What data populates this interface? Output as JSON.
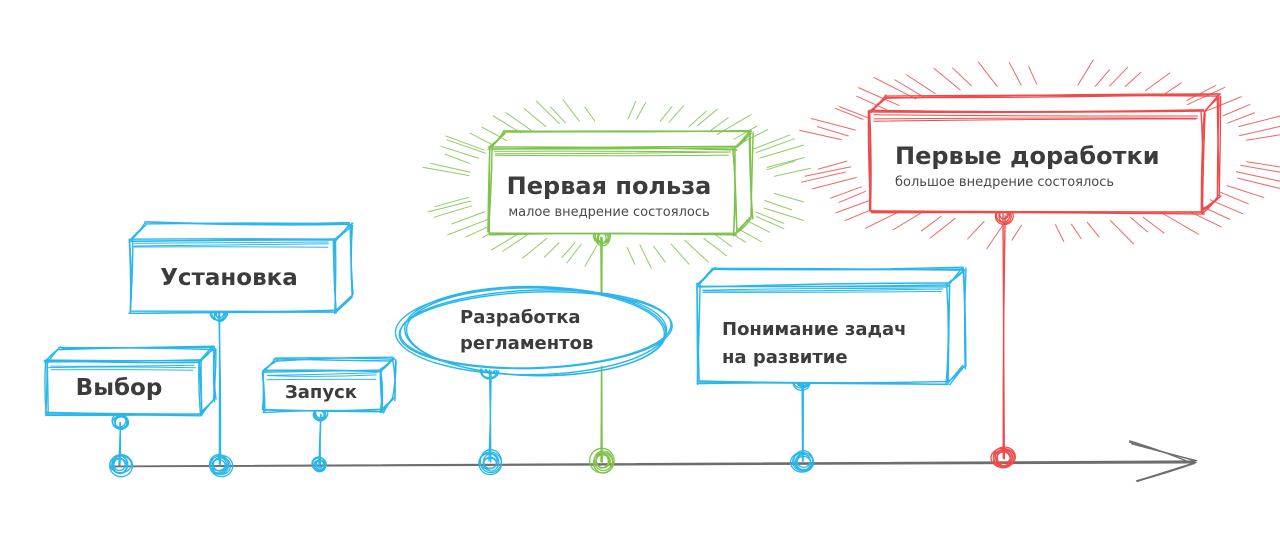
{
  "colors": {
    "blue": "#2bb6ea",
    "green": "#7fc24b",
    "red": "#ee4b4b",
    "axis": "#6e6e6e",
    "text": "#3c3c3c"
  },
  "milestones": [
    {
      "key": "vybor",
      "lines": [
        "Выбор"
      ],
      "color": "blue"
    },
    {
      "key": "ustanovka",
      "lines": [
        "Установка"
      ],
      "color": "blue"
    },
    {
      "key": "zapusk",
      "lines": [
        "Запуск"
      ],
      "color": "blue"
    },
    {
      "key": "razrabotka",
      "lines": [
        "Разработка",
        "регламентов"
      ],
      "color": "blue"
    },
    {
      "key": "pervaya-polza",
      "lines": [
        "Первая польза"
      ],
      "subtitle": "малое внедрение состоялось",
      "color": "green"
    },
    {
      "key": "ponimanie",
      "lines": [
        "Понимание задач",
        "на развитие"
      ],
      "color": "blue"
    },
    {
      "key": "pervye-dorabotki",
      "lines": [
        "Первые доработки"
      ],
      "subtitle": "большое внедрение состоялось",
      "color": "red"
    }
  ]
}
